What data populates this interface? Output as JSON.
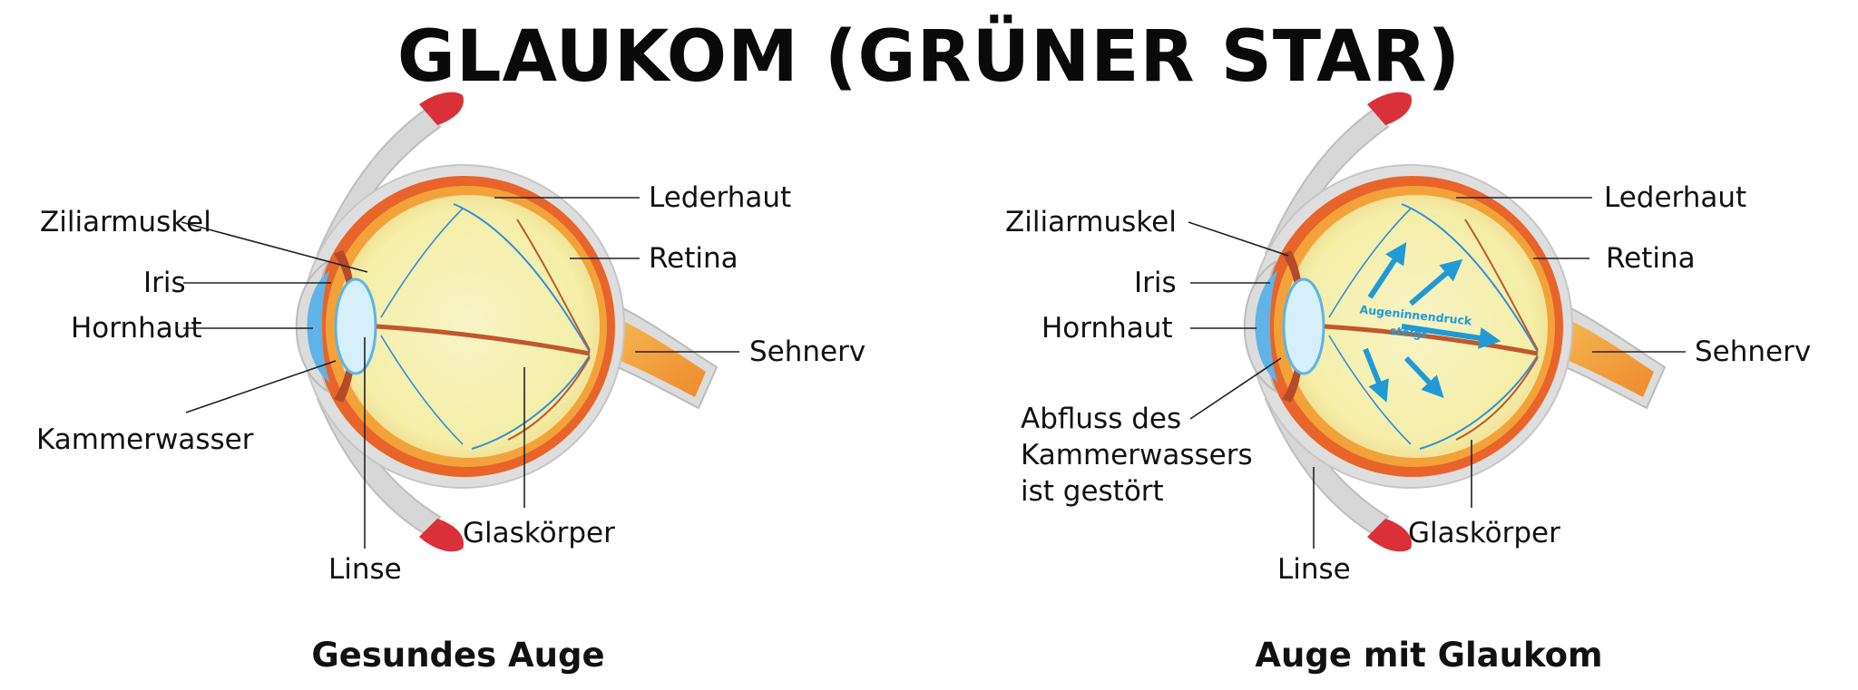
{
  "title": "GLAUKOM (GRÜNER STAR)",
  "colors": {
    "sclera": "#d9d9d9",
    "choroid": "#e8642a",
    "retina_band": "#f3a23a",
    "vitreous": "#f6f1b5",
    "cornea": "#5fb3e6",
    "lens": "#d6f0fb",
    "muscle": "#d9303a",
    "vessel": "#2f8fd6",
    "pressure_arrow": "#1f9ad6"
  },
  "healthy": {
    "caption": "Gesundes Auge",
    "labels": {
      "ziliarmuskel": "Ziliarmuskel",
      "iris": "Iris",
      "hornhaut": "Hornhaut",
      "kammerwasser": "Kammerwasser",
      "linse": "Linse",
      "lederhaut": "Lederhaut",
      "retina": "Retina",
      "sehnerv": "Sehnerv",
      "glaskoerper": "Glaskörper"
    }
  },
  "glaucoma": {
    "caption": "Auge mit Glaukom",
    "labels": {
      "ziliarmuskel": "Ziliarmuskel",
      "iris": "Iris",
      "hornhaut": "Hornhaut",
      "abfluss_line1": "Abfluss des",
      "abfluss_line2": "Kammerwassers",
      "abfluss_line3": "ist gestört",
      "linse": "Linse",
      "lederhaut": "Lederhaut",
      "retina": "Retina",
      "sehnerv": "Sehnerv",
      "glaskoerper": "Glaskörper"
    },
    "pressure_line1": "Augeninnendruck",
    "pressure_line2": "steigt"
  }
}
